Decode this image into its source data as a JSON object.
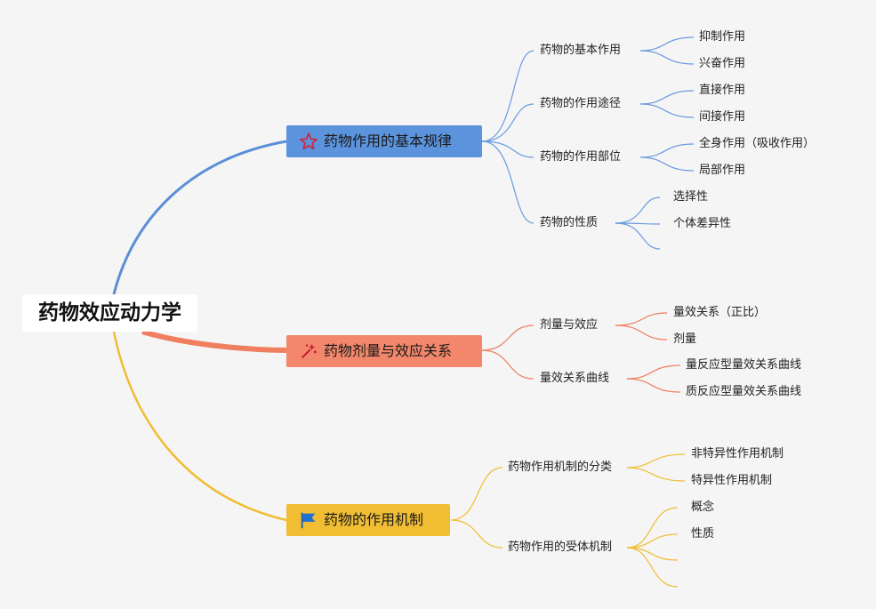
{
  "root": {
    "label": "药物效应动力学"
  },
  "colors": {
    "blue": "#5b8fd6",
    "orange": "#ef7f5e",
    "yellow": "#f0bd33"
  },
  "branches": [
    {
      "label": "药物作用的基本规律",
      "icon": "star-icon",
      "children": [
        {
          "label": "药物的基本作用",
          "children": [
            "抑制作用",
            "兴奋作用"
          ]
        },
        {
          "label": "药物的作用途径",
          "children": [
            "直接作用",
            "间接作用"
          ]
        },
        {
          "label": "药物的作用部位",
          "children": [
            "全身作用（吸收作用）",
            "局部作用"
          ]
        },
        {
          "label": "药物的性质",
          "children": [
            "选择性",
            "个体差异性",
            ""
          ]
        }
      ]
    },
    {
      "label": "药物剂量与效应关系",
      "icon": "sparkle-icon",
      "children": [
        {
          "label": "剂量与效应",
          "children": [
            "量效关系（正比）",
            "剂量"
          ]
        },
        {
          "label": "量效关系曲线",
          "children": [
            "量反应型量效关系曲线",
            "质反应型量效关系曲线"
          ]
        }
      ]
    },
    {
      "label": "药物的作用机制",
      "icon": "flag-icon",
      "children": [
        {
          "label": "药物作用机制的分类",
          "children": [
            "非特异性作用机制",
            "特异性作用机制"
          ]
        },
        {
          "label": "药物作用的受体机制",
          "children": [
            "概念",
            "性质",
            "",
            ""
          ]
        }
      ]
    }
  ]
}
